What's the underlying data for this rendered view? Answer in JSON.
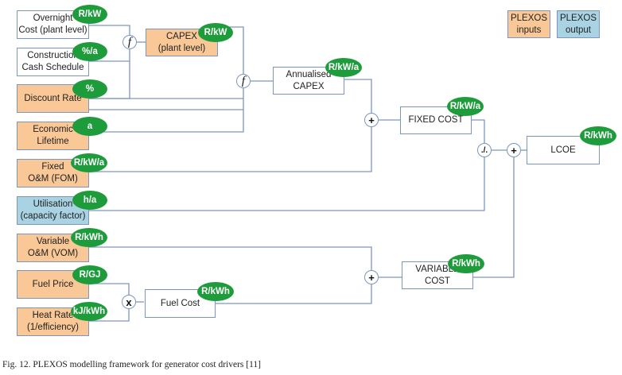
{
  "colors": {
    "input": "#fac896",
    "output": "#a9d2e3",
    "unit_badge": "#1e9b3a",
    "connector": "#7d96be"
  },
  "legend": {
    "inputs": "PLEXOS\ninputs",
    "output": "PLEXOS\noutput"
  },
  "nodes": {
    "overnight_cost": {
      "label": "Overnight\nCost (plant level)",
      "unit": "R/kW",
      "type": "plain"
    },
    "construction_cash": {
      "label": "Construction\nCash Schedule",
      "unit": "%/a",
      "type": "plain"
    },
    "discount_rate": {
      "label": "Discount Rate",
      "unit": "%",
      "type": "input"
    },
    "economic_lifetime": {
      "label": "Economic\nLifetime",
      "unit": "a",
      "type": "input"
    },
    "fixed_om": {
      "label": "Fixed\nO&M (FOM)",
      "unit": "R/kW/a",
      "type": "input"
    },
    "utilisation": {
      "label": "Utilisation\n(capacity factor)",
      "unit": "h/a",
      "type": "output"
    },
    "variable_om": {
      "label": "Variable\nO&M (VOM)",
      "unit": "R/kWh",
      "type": "input"
    },
    "fuel_price": {
      "label": "Fuel Price",
      "unit": "R/GJ",
      "type": "input"
    },
    "heat_rate": {
      "label": "Heat Rate\n(1/efficiency)",
      "unit": "kJ/kWh",
      "type": "input"
    },
    "capex": {
      "label": "CAPEX\n(plant level)",
      "unit": "R/kW",
      "type": "input"
    },
    "annualised_capex": {
      "label": "Annualised\nCAPEX",
      "unit": "R/kW/a",
      "type": "plain"
    },
    "fixed_cost": {
      "label": "FIXED COST",
      "unit": "R/kW/a",
      "type": "plain"
    },
    "fuel_cost": {
      "label": "Fuel Cost",
      "unit": "R/kWh",
      "type": "plain"
    },
    "variable_cost": {
      "label": "VARIABLE COST",
      "unit": "R/kWh",
      "type": "plain"
    },
    "lcoe": {
      "label": "LCOE",
      "unit": "R/kWh",
      "type": "plain"
    }
  },
  "operators": {
    "f1": "f",
    "f2": "f",
    "plus_fixed": "+",
    "divide": "./.",
    "plus_lcoe": "+",
    "multiply": "x",
    "plus_variable": "+"
  },
  "caption": "Fig. 12.  PLEXOS modelling framework for generator cost drivers [11]"
}
